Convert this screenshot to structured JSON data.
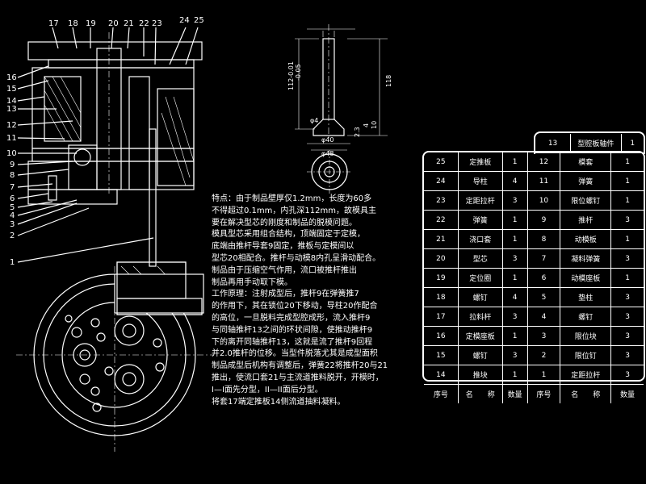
{
  "drawing": {
    "top_callouts": [
      "17",
      "18",
      "19",
      "20",
      "21",
      "22",
      "23",
      "24",
      "25"
    ],
    "left_callouts": [
      "16",
      "15",
      "14",
      "13",
      "12",
      "11",
      "10",
      "9",
      "8",
      "7",
      "6",
      "5",
      "4",
      "3",
      "2",
      "1"
    ],
    "pin_dims": {
      "d1": "112-0.01",
      "d2": "-0.05",
      "length": "118",
      "dia1": "φ4",
      "dia2": "φ40",
      "dia3": "φ48",
      "h1": "2.3",
      "h2": "4",
      "h3": "10"
    }
  },
  "notes": [
    "特点：由于制品壁厚仅1.2mm，长度为60多",
    "不得超过0.1mm，内孔深112mm，故模具主",
    "要在解决型芯的刚度和制品的脱模问题。",
    "模具型芯采用组合结构，顶端固定于定模，",
    "底端由推杆导套9固定，推板与定模间以",
    "型芯20相配合。推杆与动模8内孔呈滑动配合。",
    "制品由于压缩空气作用，流口被推杆推出",
    "制品再用手动取下模。",
    "工作原理：注射成型后，推杆9在弹簧推7",
    "的作用下，其在锁位20下移动，导柱20作配合",
    "的高位，一旦脱料完成型腔成形，流入推杆9",
    "与同轴推杆13之间的环状间隙，使推动推杆9",
    "下的离开同轴推杆13，这就是流了推杆9回程",
    "并2.0推杆的位移。当型件脱落尤其是成型面积",
    "制品成型后机构有调整后，弹簧22将推杆20与21",
    "推出，使流口套21与主流道推料脱开，开模时，",
    "I—I面先分型，II—II面后分型。",
    "将套17端定推板14侧流道抽料凝料。"
  ],
  "bom": {
    "top_row": {
      "no": "13",
      "name": "型腔板轴件",
      "qty": "1"
    },
    "left_rows": [
      {
        "no": "25",
        "name": "定推板",
        "qty": "1"
      },
      {
        "no": "24",
        "name": "导柱",
        "qty": "4"
      },
      {
        "no": "23",
        "name": "定距拉杆",
        "qty": "3"
      },
      {
        "no": "22",
        "name": "弹簧",
        "qty": "1"
      },
      {
        "no": "21",
        "name": "浇口套",
        "qty": "1"
      },
      {
        "no": "20",
        "name": "型芯",
        "qty": "3"
      },
      {
        "no": "19",
        "name": "定位圈",
        "qty": "1"
      },
      {
        "no": "18",
        "name": "螺钉",
        "qty": "4"
      },
      {
        "no": "17",
        "name": "拉料杆",
        "qty": "3"
      },
      {
        "no": "16",
        "name": "定模座板",
        "qty": "1"
      },
      {
        "no": "15",
        "name": "螺钉",
        "qty": "3"
      },
      {
        "no": "14",
        "name": "推块",
        "qty": "1"
      }
    ],
    "right_rows": [
      {
        "no": "12",
        "name": "模套",
        "qty": "1"
      },
      {
        "no": "11",
        "name": "弹簧",
        "qty": "1"
      },
      {
        "no": "10",
        "name": "限位螺钉",
        "qty": "1"
      },
      {
        "no": "9",
        "name": "推杆",
        "qty": "3"
      },
      {
        "no": "8",
        "name": "动模板",
        "qty": "1"
      },
      {
        "no": "7",
        "name": "凝料弹簧",
        "qty": "3"
      },
      {
        "no": "6",
        "name": "动模座板",
        "qty": "1"
      },
      {
        "no": "5",
        "name": "垫柱",
        "qty": "3"
      },
      {
        "no": "4",
        "name": "螺钉",
        "qty": "3"
      },
      {
        "no": "3",
        "name": "限位块",
        "qty": "3"
      },
      {
        "no": "2",
        "name": "限位钉",
        "qty": "3"
      },
      {
        "no": "1",
        "name": "定距拉杆",
        "qty": "3"
      }
    ],
    "footer": {
      "no": "序号",
      "name": "名　　称",
      "qty": "数量"
    }
  }
}
